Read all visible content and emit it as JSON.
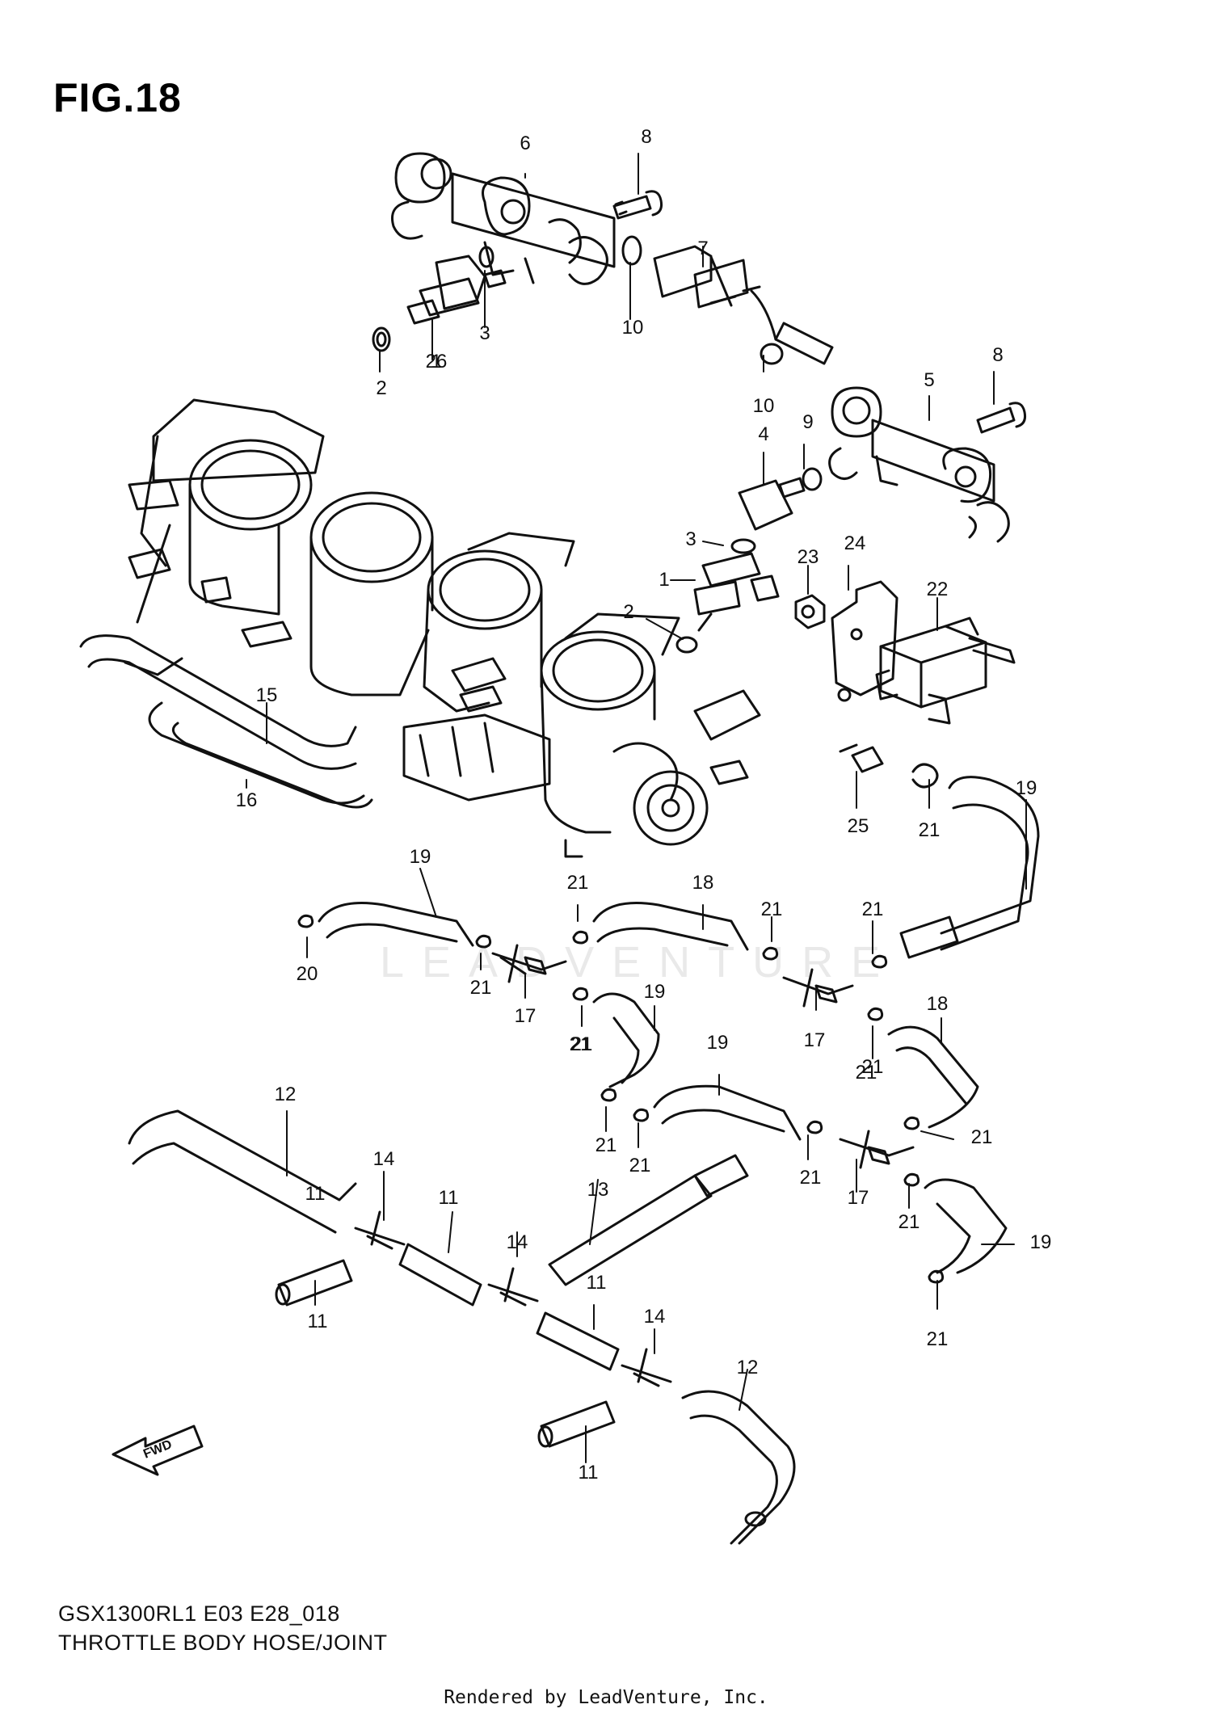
{
  "header": {
    "figure_label": "FIG.18"
  },
  "footer_caption": {
    "model_code": "GSX1300RL1 E03 E28_018",
    "section_name": "THROTTLE BODY HOSE/JOINT"
  },
  "render_credit": "Rendered by LeadVenture, Inc.",
  "watermark_text": "LEADVENTURE",
  "direction_arrow_label": "FWD",
  "callouts": [
    "1",
    "1",
    "2",
    "2",
    "3",
    "3",
    "4",
    "5",
    "6",
    "7",
    "8",
    "8",
    "9",
    "10",
    "10",
    "11",
    "11",
    "11",
    "11",
    "11",
    "12",
    "12",
    "13",
    "14",
    "14",
    "14",
    "15",
    "16",
    "17",
    "17",
    "17",
    "18",
    "18",
    "19",
    "19",
    "19",
    "19",
    "19",
    "20",
    "21",
    "21",
    "21",
    "21",
    "21",
    "21",
    "21",
    "21",
    "21",
    "21",
    "21",
    "21",
    "21",
    "21",
    "21",
    "22",
    "23",
    "24",
    "25",
    "26"
  ],
  "colors": {
    "ink": "#111111",
    "paper": "#ffffff"
  }
}
